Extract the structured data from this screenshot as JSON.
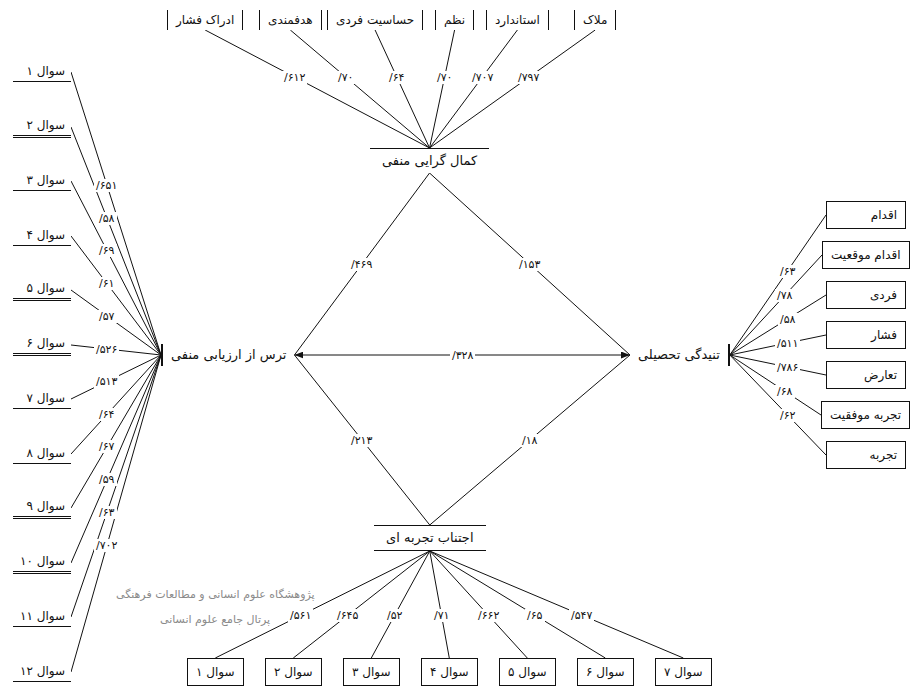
{
  "diagram": {
    "nodes": [
      {
        "text": [
          "ادراک فشار"
        ],
        "in": null
      },
      {
        "text": [
          "هدفمندی"
        ]
      },
      {
        "text": [
          "حساسیت فردی"
        ]
      },
      {
        "text": [
          "نظم"
        ]
      },
      {
        "text": [
          "استاندارد"
        ]
      },
      {
        "text": [
          "ملاک"
        ]
      },
      {
        "text": [
          "کمال گرایی منفی"
        ]
      },
      {
        "text": [
          "سوال ۱"
        ]
      },
      {
        "text": [
          "سوال ۲"
        ]
      },
      {
        "text": [
          "سوال ۳"
        ]
      },
      {
        "text": [
          "سوال ۴"
        ]
      },
      {
        "text": [
          "سوال ۵"
        ]
      },
      {
        "text": [
          "سوال ۶"
        ]
      },
      {
        "text": [
          "سوال ۷"
        ]
      },
      {
        "text": [
          "سوال ۸"
        ]
      },
      {
        "text": [
          "سوال ۹"
        ]
      },
      {
        "text": [
          "سوال ۱۰"
        ]
      },
      {
        "text": [
          "سوال ۱۱"
        ]
      },
      {
        "text": [
          "سوال ۱۲"
        ]
      },
      {
        "text": [
          "ترس از ارزیابی منفی"
        ]
      },
      {
        "text": [
          "تنیدگی تحصیلی"
        ]
      },
      {
        "text": [
          "اقدام"
        ]
      },
      {
        "text": [
          "اقدام موقعیت"
        ]
      },
      {
        "text": [
          "فردی"
        ]
      },
      {
        "text": [
          "فشار"
        ]
      },
      {
        "text": [
          "تعارض"
        ]
      },
      {
        "text": [
          "تجربه موفقیت"
        ]
      },
      {
        "text": [
          "تجربه"
        ]
      },
      {
        "text": [
          "اجتناب تجربه ای"
        ]
      },
      {
        "text": [
          "سوال ۱"
        ]
      },
      {
        "text": [
          "سوال ۲"
        ]
      },
      {
        "text": [
          "سوال ۳"
        ]
      },
      {
        "text": [
          "سوال ۴"
        ]
      },
      {
        "text": [
          "سوال ۵"
        ]
      },
      {
        "text": [
          "سوال ۶"
        ]
      },
      {
        "text": [
          "سوال ۷"
        ]
      }
    ],
    "edges": [
      {
        "from": 6,
        "to": 0,
        "arrow": "none",
        "label": "/۶۱۲"
      },
      {
        "from": 6,
        "to": 1,
        "arrow": "none",
        "label": "/۷۰"
      },
      {
        "from": 6,
        "to": 2,
        "arrow": "none",
        "label": "/۶۴"
      },
      {
        "from": 6,
        "to": 3,
        "arrow": "none",
        "label": "/۷۰"
      },
      {
        "from": 6,
        "to": 4,
        "arrow": "none",
        "label": "/۷۰۷"
      },
      {
        "from": 6,
        "to": 5,
        "arrow": "none",
        "label": "/۷۹۷"
      },
      {
        "from": 6,
        "to": 19,
        "arrow": "none",
        "label": "/۴۶۹"
      },
      {
        "from": 6,
        "to": 20,
        "arrow": "none",
        "label": "/۱۵۳"
      },
      {
        "from": 19,
        "to": 20,
        "arrow": "both",
        "label": "/۳۲۸"
      },
      {
        "from": 28,
        "to": 19,
        "arrow": "none",
        "label": "/۲۱۳"
      },
      {
        "from": 28,
        "to": 20,
        "arrow": "none",
        "label": "/۱۸"
      },
      {
        "from": 19,
        "to": 7,
        "arrow": "none",
        "label": "/۶۵۱"
      },
      {
        "from": 19,
        "to": 8,
        "arrow": "none",
        "label": "/۵۸"
      },
      {
        "from": 19,
        "to": 9,
        "arrow": "none",
        "label": "/۶۹"
      },
      {
        "from": 19,
        "to": 10,
        "arrow": "none",
        "label": "/۶۱"
      },
      {
        "from": 19,
        "to": 11,
        "arrow": "none",
        "label": "/۵۷"
      },
      {
        "from": 19,
        "to": 12,
        "arrow": "none",
        "label": "/۵۲۶"
      },
      {
        "from": 19,
        "to": 13,
        "arrow": "none",
        "label": "/۵۱۳"
      },
      {
        "from": 19,
        "to": 14,
        "arrow": "none",
        "label": "/۶۴"
      },
      {
        "from": 19,
        "to": 15,
        "arrow": "none",
        "label": "/۶۷"
      },
      {
        "from": 19,
        "to": 16,
        "arrow": "none",
        "label": "/۵۹"
      },
      {
        "from": 19,
        "to": 17,
        "arrow": "none",
        "label": "/۶۳"
      },
      {
        "from": 19,
        "to": 18,
        "arrow": "none",
        "label": "/۷۰۲"
      },
      {
        "from": 20,
        "to": 21,
        "arrow": "none",
        "label": "/۶۳"
      },
      {
        "from": 20,
        "to": 22,
        "arrow": "none",
        "label": "/۷۸"
      },
      {
        "from": 20,
        "to": 23,
        "arrow": "none",
        "label": "/۵۸"
      },
      {
        "from": 20,
        "to": 24,
        "arrow": "none",
        "label": "/۵۱۱"
      },
      {
        "from": 20,
        "to": 25,
        "arrow": "none",
        "label": "/۷۸۶"
      },
      {
        "from": 20,
        "to": 26,
        "arrow": "none",
        "label": "/۶۸"
      },
      {
        "from": 20,
        "to": 27,
        "arrow": "none",
        "label": "/۶۲"
      },
      {
        "from": 28,
        "to": 29,
        "arrow": "none",
        "label": "/۵۶۱"
      },
      {
        "from": 28,
        "to": 30,
        "arrow": "none",
        "label": "/۶۴۵"
      },
      {
        "from": 28,
        "to": 31,
        "arrow": "none",
        "label": "/۵۲"
      },
      {
        "from": 28,
        "to": 32,
        "arrow": "none",
        "label": "/۷۱"
      },
      {
        "from": 28,
        "to": 33,
        "arrow": "none",
        "label": "/۶۶۲"
      },
      {
        "from": 28,
        "to": 34,
        "arrow": "none",
        "label": "/۶۵"
      },
      {
        "from": 28,
        "to": 35,
        "arrow": "none",
        "label": "/۵۴۷"
      }
    ],
    "labels": [
      "پژوهشگاه علوم انسانی و مطالعات فرهنگی",
      "پرتال جامع علوم انسانی"
    ]
  }
}
